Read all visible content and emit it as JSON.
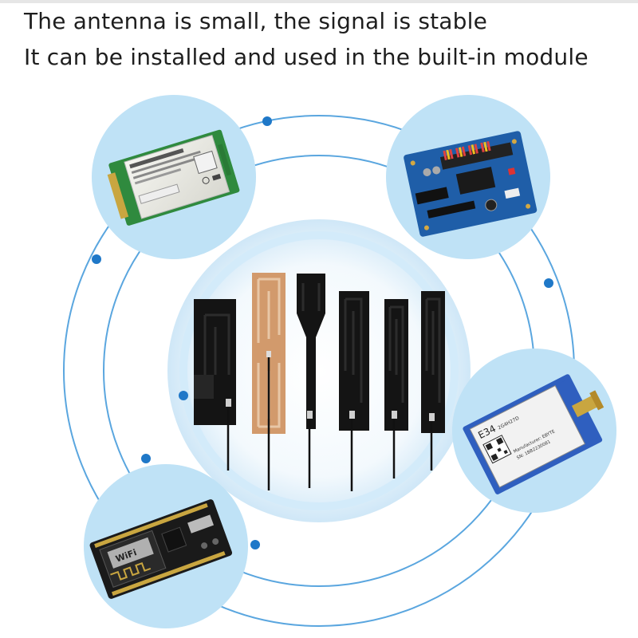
{
  "headline": {
    "line1": "The antenna is small, the signal is stable",
    "line2": "It can be installed and used in the built-in module"
  },
  "colors": {
    "ring": "#5aa6df",
    "dot": "#1f78c8",
    "bubble": "#bfe2f6",
    "center_glow": "#d3ebfa",
    "fpc_copper": "#d29a6c",
    "antenna_black": "#141414"
  },
  "modules": [
    {
      "name": "msata-ssd"
    },
    {
      "name": "arduino-shield-board"
    },
    {
      "name": "lora-module-e34",
      "print": [
        "E34",
        "2G4H27D",
        "Manufacturer: EBYTE",
        "SN: 1BB2230081"
      ]
    },
    {
      "name": "nodemcu-wifi-board",
      "print": [
        "WiFi"
      ]
    }
  ],
  "antennas": [
    "black-pcb-wide",
    "copper-fpc",
    "black-tapered",
    "black-slim-1",
    "black-slim-2",
    "black-slim-3"
  ]
}
